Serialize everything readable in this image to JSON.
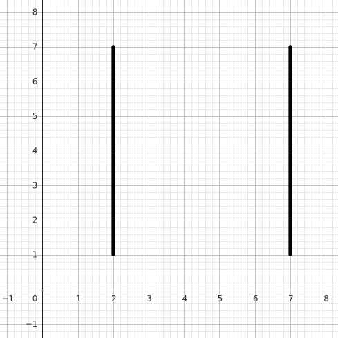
{
  "chart_data": {
    "type": "line",
    "title": "",
    "xlabel": "",
    "ylabel": "",
    "xlim": [
      -1.2,
      8.35
    ],
    "ylim": [
      -1.4,
      8.35
    ],
    "grid": true,
    "minor_grid_divisions": 5,
    "x_ticks": [
      -1,
      1,
      2,
      3,
      4,
      5,
      6,
      7,
      8
    ],
    "y_ticks": [
      -1,
      1,
      2,
      3,
      4,
      5,
      6,
      7,
      8
    ],
    "origin_label": "0",
    "series": [
      {
        "x": [
          2,
          2
        ],
        "y": [
          1,
          7
        ],
        "color": "#000000"
      },
      {
        "x": [
          7,
          7
        ],
        "y": [
          1,
          7
        ],
        "color": "#000000"
      }
    ]
  }
}
